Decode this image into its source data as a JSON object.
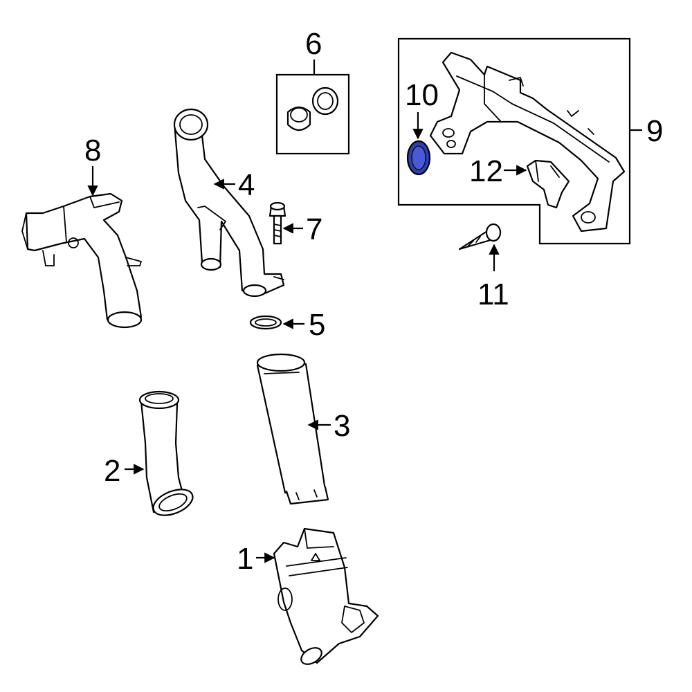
{
  "callouts": {
    "c1": "1",
    "c2": "2",
    "c3": "3",
    "c4": "4",
    "c5": "5",
    "c6": "6",
    "c7": "7",
    "c8": "8",
    "c9": "9",
    "c10": "10",
    "c11": "11",
    "c12": "12"
  },
  "colors": {
    "highlight_fill": "#2f3fb0",
    "line": "#000000",
    "background": "#ffffff"
  }
}
